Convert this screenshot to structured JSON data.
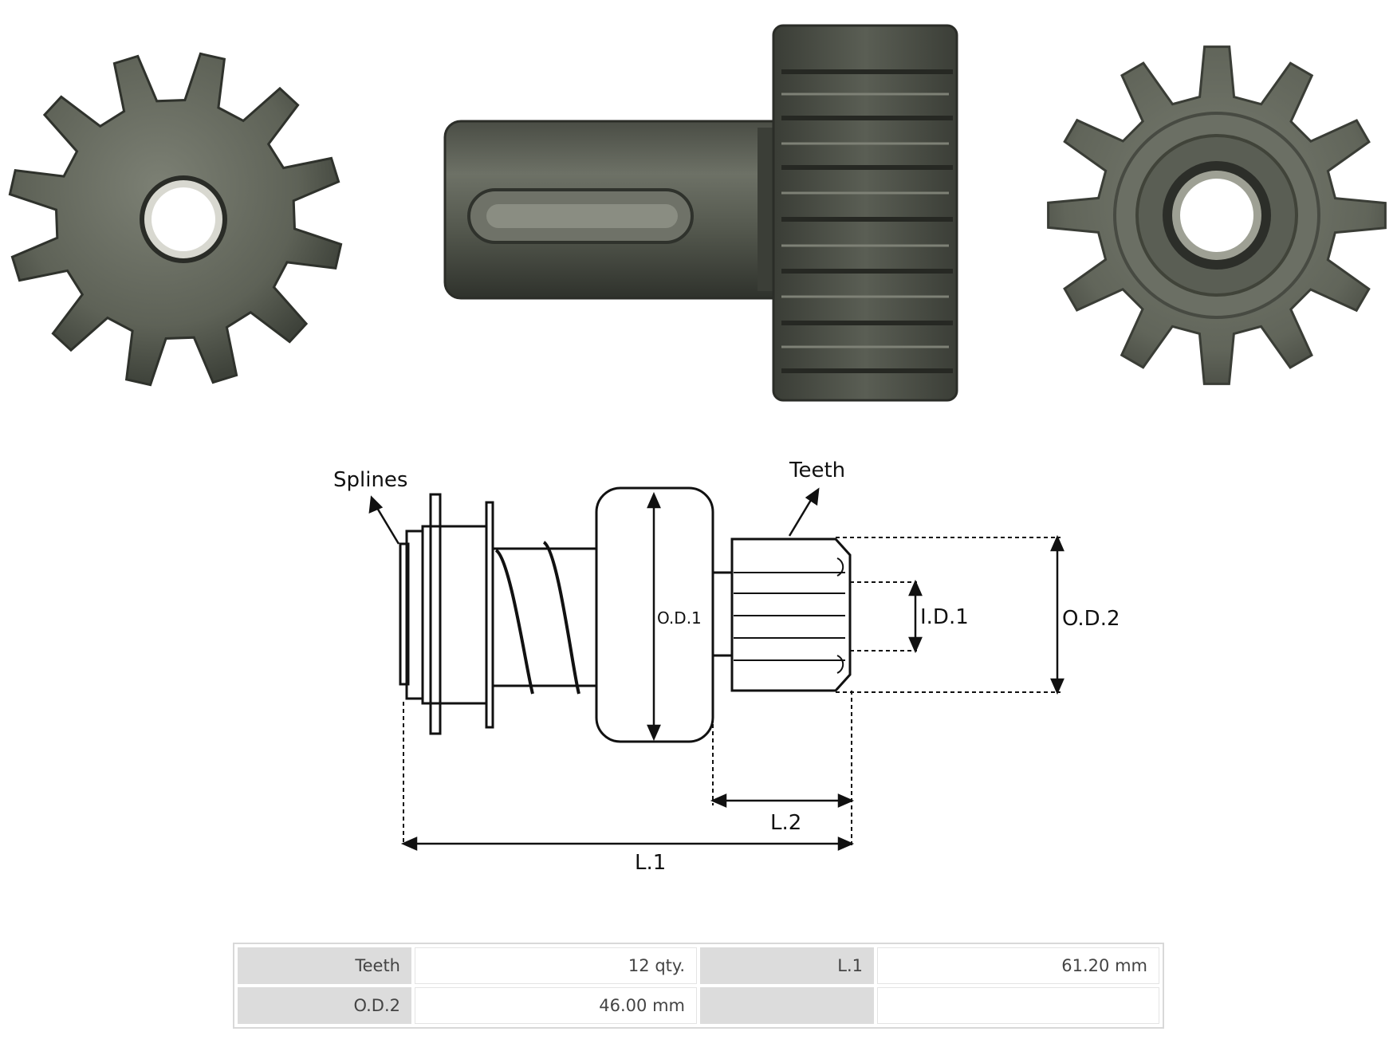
{
  "photos": {
    "front_view": "gear-front-view",
    "side_view": "pinion-side-view",
    "rear_view": "gear-rear-view",
    "colors": {
      "metal": "#5e6257",
      "metal_dark": "#3b3e37",
      "metal_light": "#8a8d82"
    }
  },
  "diagram": {
    "labels": {
      "splines": "Splines",
      "teeth": "Teeth",
      "od1": "O.D.1",
      "id1": "I.D.1",
      "od2": "O.D.2",
      "l2": "L.2",
      "l1": "L.1"
    }
  },
  "specs": {
    "rows": [
      {
        "k1": "Teeth",
        "v1": "12 qty.",
        "k2": "L.1",
        "v2": "61.20 mm"
      },
      {
        "k1": "O.D.2",
        "v1": "46.00 mm",
        "k2": "",
        "v2": ""
      }
    ]
  }
}
